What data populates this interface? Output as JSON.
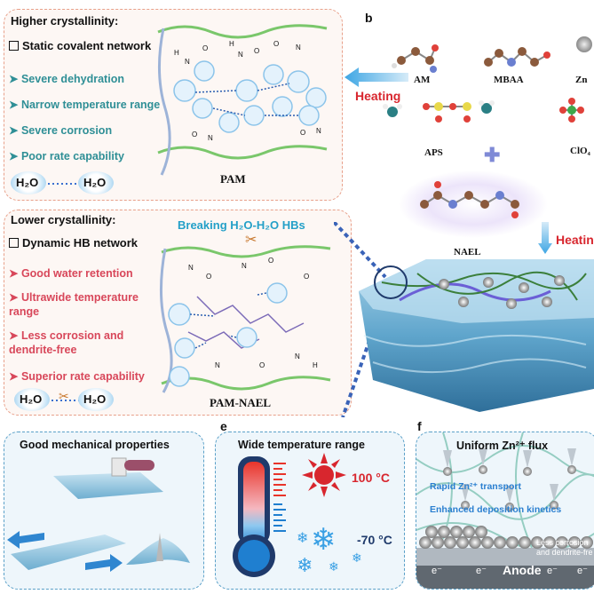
{
  "panel_a": {
    "top": {
      "title": "Higher crystallinity:",
      "network": "Static covalent network",
      "items": [
        "Severe dehydration",
        "Narrow temperature range",
        "Severe corrosion",
        "Poor rate capability"
      ],
      "h2o_left": "H₂O",
      "h2o_right": "H₂O",
      "label": "PAM"
    },
    "bottom": {
      "title": "Lower crystallinity:",
      "network": "Dynamic HB network",
      "breaking": "Breaking H₂O-H₂O HBs",
      "items": [
        "Good water retention",
        "Ultrawide temperature range",
        "Less corrosion and dendrite-free",
        "Superior rate capability"
      ],
      "h2o_left": "H₂O",
      "h2o_right": "H₂O",
      "label": "PAM-NAEL"
    }
  },
  "panel_b": {
    "letter": "b",
    "molecules": [
      "AM",
      "MBAA",
      "Zn",
      "APS",
      "ClO₄"
    ],
    "heating_left": "Heating",
    "heating_right": "Heatin",
    "nael": "NAEL"
  },
  "panel_d": {
    "title": "Good mechanical properties"
  },
  "panel_e": {
    "letter": "e",
    "title": "Wide temperature range",
    "hot": "100 °C",
    "cold": "-70 °C"
  },
  "panel_f": {
    "letter": "f",
    "title": "Uniform Zn²⁺ flux",
    "transport": "Rapid Zn²⁺ transport",
    "kinetics": "Enhanced deposition kinetics",
    "less_corrosion": "Less corrosion",
    "dendrite": "and dendrite-fre",
    "anode": "Anode",
    "electron": "e⁻"
  },
  "colors": {
    "teal_text": "#2f8f96",
    "red_text": "#d8475a",
    "heating": "#d8262e",
    "panel_blue_border": "#5aa0c8",
    "panel_pink_border": "#e8a08a"
  }
}
